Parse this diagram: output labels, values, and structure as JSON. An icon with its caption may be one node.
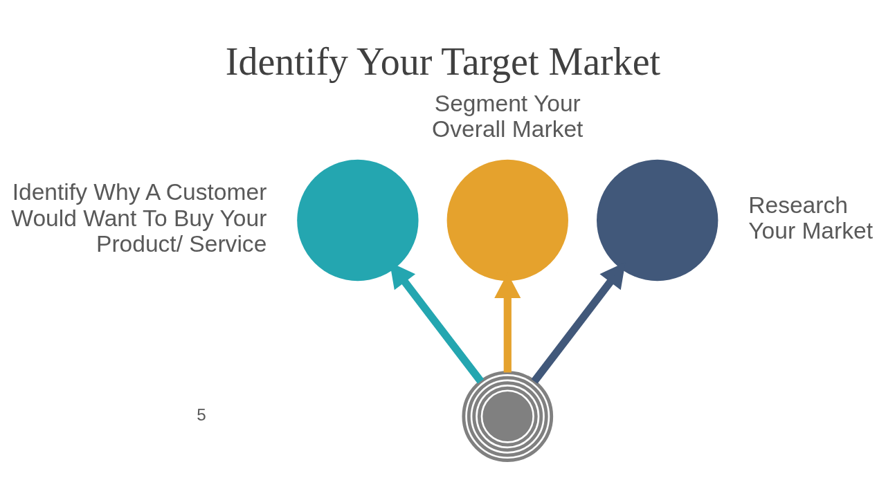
{
  "diagram": {
    "title": "Identify Your Target Market",
    "nodes": [
      {
        "text": [],
        "shape": "circle",
        "beside": [
          "Identify Why A Customer Would Want To Buy Your Product/ Service"
        ]
      },
      {
        "text": [],
        "shape": "circle",
        "beside": [
          "Segment Your Overall Market"
        ]
      },
      {
        "text": [],
        "shape": "circle",
        "beside": [
          "Research Your Market"
        ]
      },
      {
        "text": [],
        "shape": "circle"
      }
    ],
    "edges": [
      {
        "from": 3,
        "to": 0,
        "arrow": "to",
        "color": "#24a6b0"
      },
      {
        "from": 3,
        "to": 1,
        "arrow": "to",
        "color": "#e5a22d"
      },
      {
        "from": 3,
        "to": 2,
        "arrow": "to",
        "color": "#41587a"
      }
    ],
    "labels": [
      "5"
    ]
  }
}
